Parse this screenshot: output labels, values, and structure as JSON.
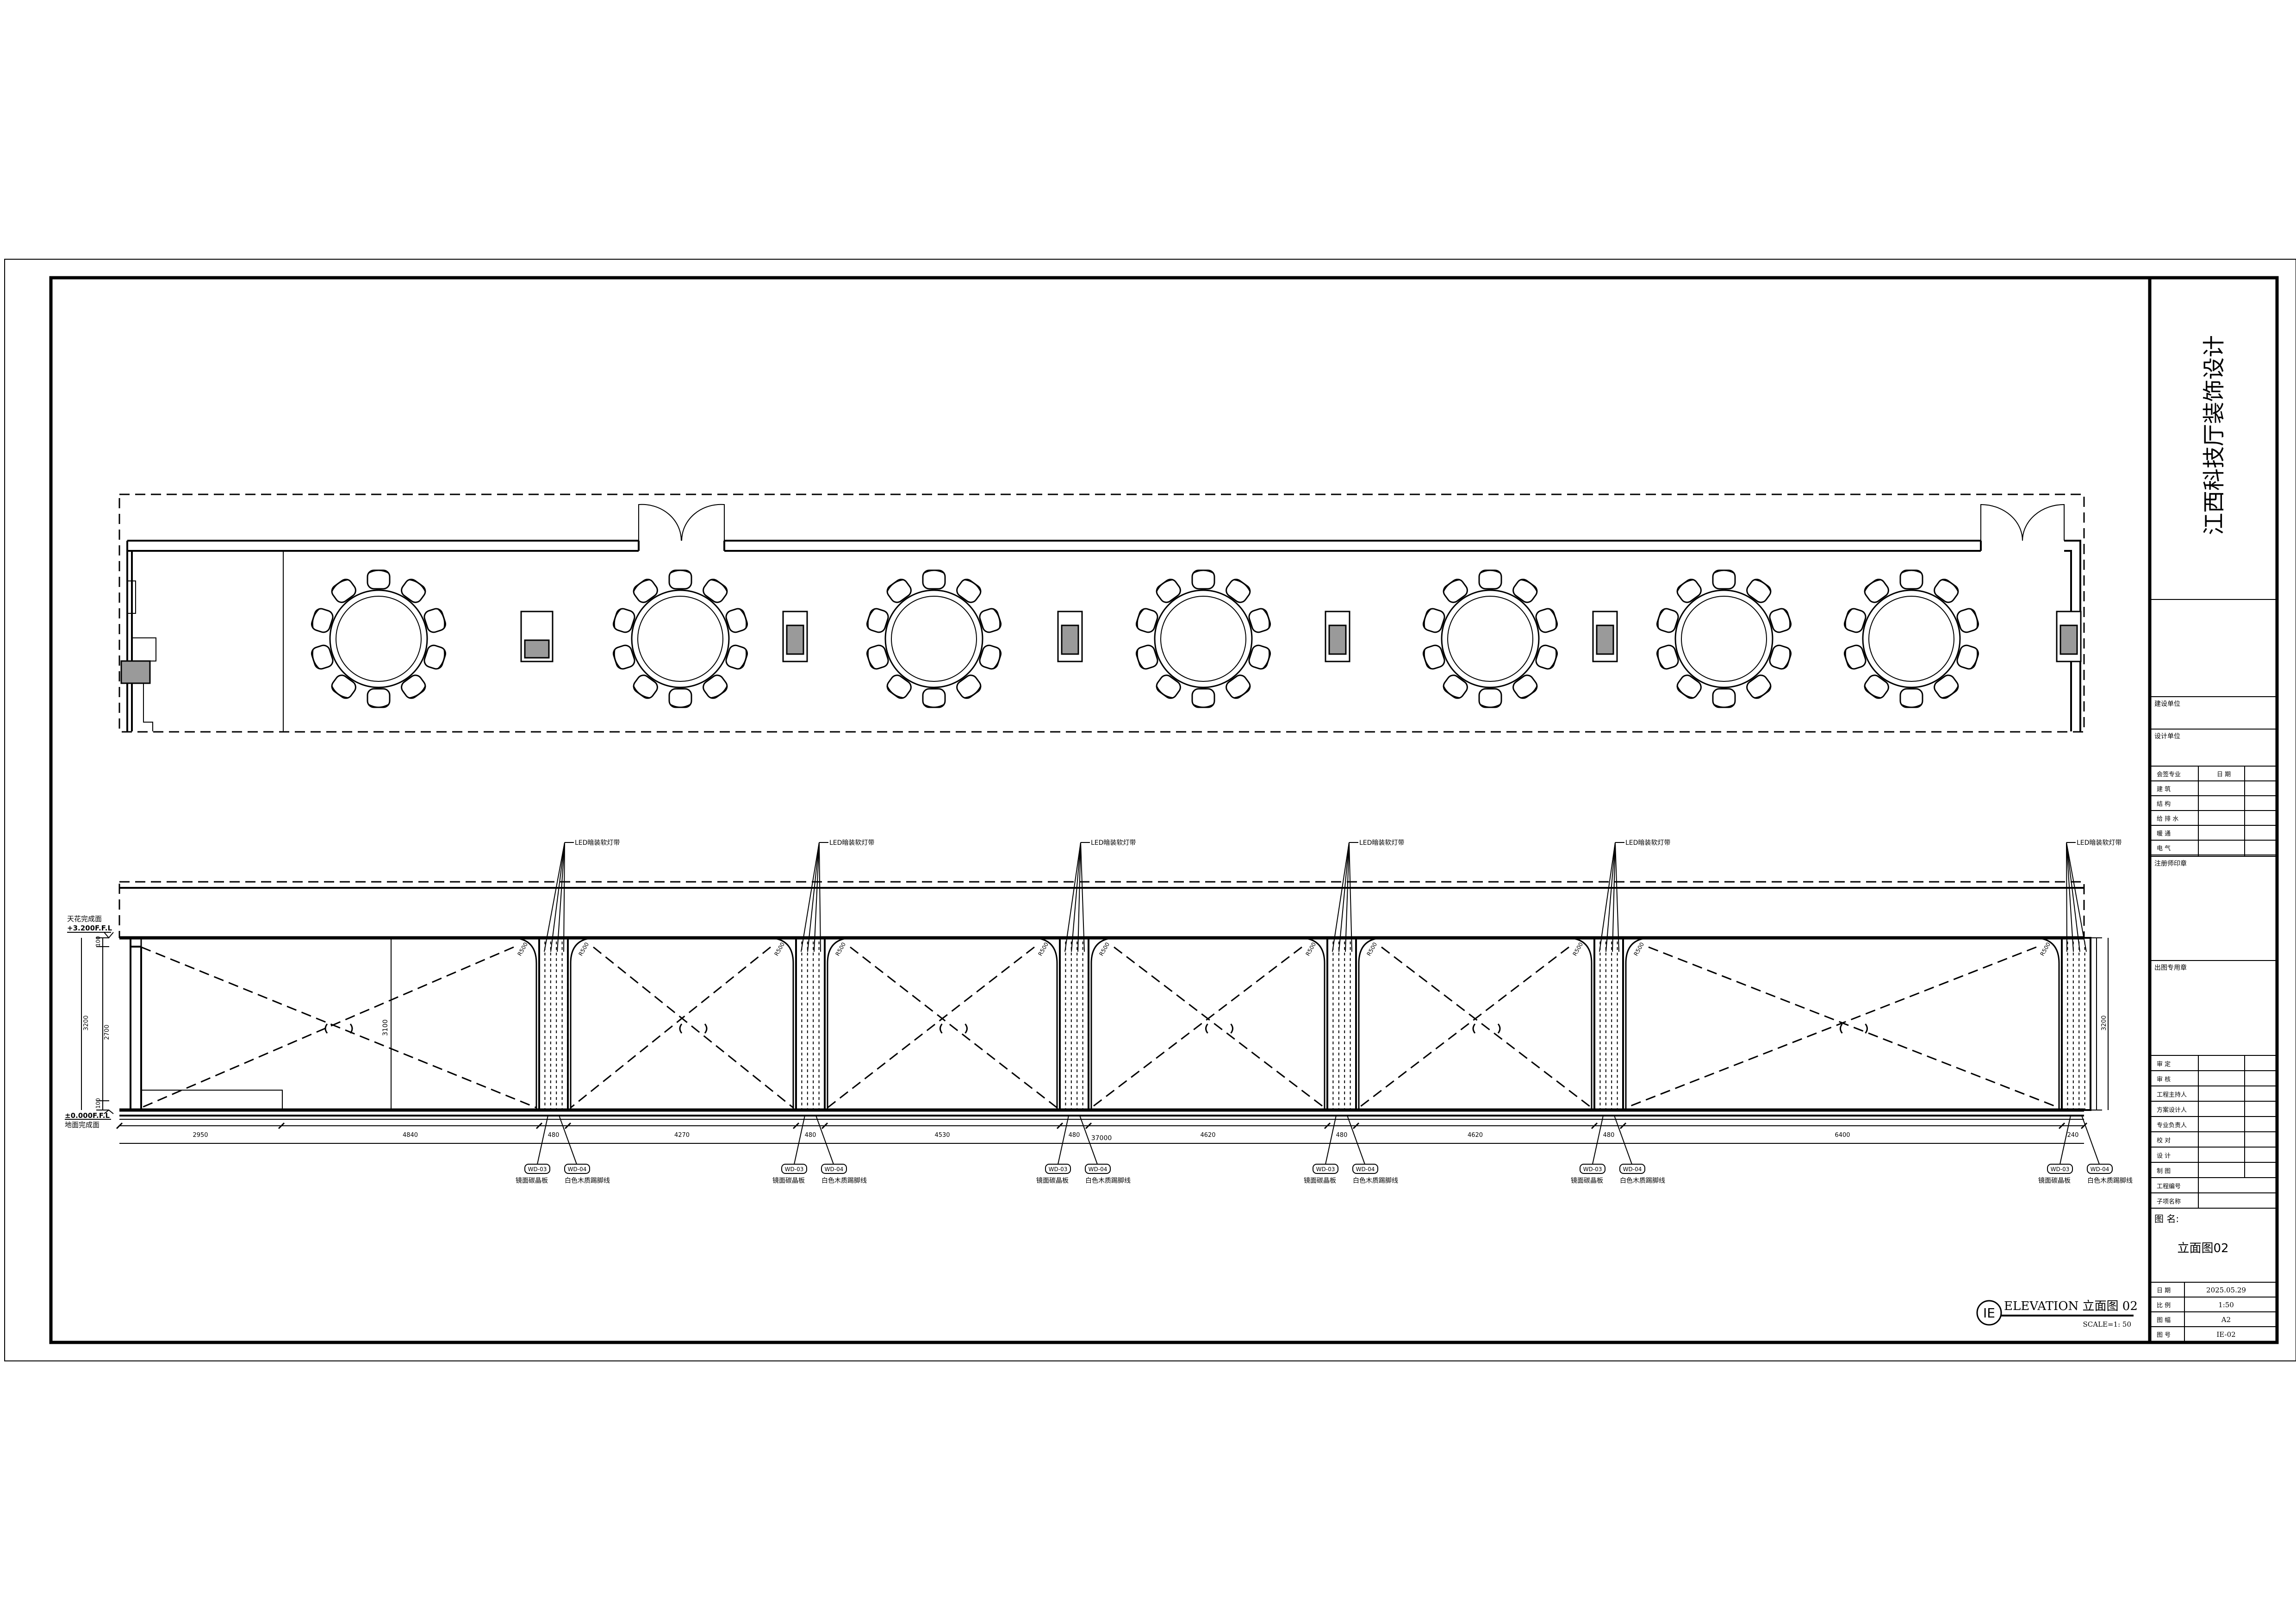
{
  "title_block": {
    "project_name": "江西科技厅装饰设计",
    "client_label": "建设单位",
    "designer_label": "设计单位",
    "disciplines": [
      {
        "name": "会签专业",
        "extra": "日  期"
      },
      {
        "name": "建  筑",
        "extra": ""
      },
      {
        "name": "结  构",
        "extra": ""
      },
      {
        "name": "给 排 水",
        "extra": ""
      },
      {
        "name": "暖  通",
        "extra": ""
      },
      {
        "name": "电  气",
        "extra": ""
      }
    ],
    "review_label": "注册师印章",
    "stamp_label": "出图专用章",
    "roles": [
      "审  定",
      "审  核",
      "工程主持人",
      "方案设计人",
      "专业负责人",
      "校  对",
      "设  计",
      "制  图",
      "工程编号",
      "子项名称"
    ],
    "drawing_name_label": "图    名:",
    "drawing_name": "立面图02",
    "info": [
      {
        "label": "日  期",
        "value": "2025.05.29"
      },
      {
        "label": "比  例",
        "value": "1:50"
      },
      {
        "label": "图  幅",
        "value": "A2"
      },
      {
        "label": "图  号",
        "value": "IE-02"
      }
    ]
  },
  "elevation": {
    "badge": "IE",
    "title": "ELEVATION  立面图 02",
    "scale": "SCALE=1: 50",
    "led_label": "LED暗装软灯带",
    "level_top_label": "天花完成面",
    "level_top_value": "+3.200F.F.L",
    "level_bottom_value": "±0.000F.F.L",
    "level_bottom_label": "地面完成面",
    "left_dims": [
      "100",
      "2700",
      "3200",
      "100"
    ],
    "inner_height_dim": "3100",
    "right_dim": "3200",
    "corner_radius_label": "R500",
    "bottom_dims": [
      "2950",
      "4840",
      "480",
      "4270",
      "480",
      "4530",
      "480",
      "4620",
      "480",
      "4620",
      "480",
      "6400",
      "240"
    ],
    "total_dim": "37000",
    "material_codes": [
      "WD-03",
      "WD-04"
    ],
    "material_names": [
      "镜面碳晶板",
      "白色木质踢脚线"
    ]
  },
  "plan": {
    "tables": 7,
    "chairs_per_table": 10,
    "pillars": 6
  }
}
